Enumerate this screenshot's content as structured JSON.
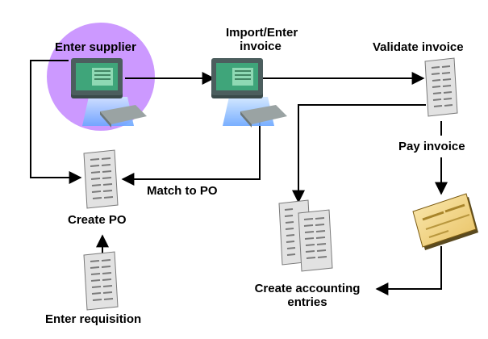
{
  "diagram": {
    "nodes": [
      {
        "id": "enter-supplier",
        "label": "Enter supplier",
        "icon": "computer-icon",
        "highlighted": true
      },
      {
        "id": "import-enter-invoice",
        "label_lines": [
          "Import/Enter",
          "invoice"
        ],
        "icon": "computer-icon"
      },
      {
        "id": "validate-invoice",
        "label": "Validate invoice",
        "icon": "document-icon"
      },
      {
        "id": "pay-invoice",
        "label": "Pay invoice",
        "icon": "check-icon"
      },
      {
        "id": "create-accounting-entries",
        "label_lines": [
          "Create accounting",
          "entries"
        ],
        "icon": "documents-stack-icon"
      },
      {
        "id": "create-po",
        "label": "Create PO",
        "icon": "document-icon"
      },
      {
        "id": "enter-requisition",
        "label": "Enter requisition",
        "icon": "document-icon"
      }
    ],
    "edges": [
      {
        "from": "enter-supplier",
        "to": "import-enter-invoice"
      },
      {
        "from": "import-enter-invoice",
        "to": "validate-invoice"
      },
      {
        "from": "enter-supplier",
        "to": "create-po"
      },
      {
        "from": "import-enter-invoice",
        "to": "create-po",
        "label": "Match to PO"
      },
      {
        "from": "validate-invoice",
        "to": "create-accounting-entries"
      },
      {
        "from": "validate-invoice",
        "to": "pay-invoice"
      },
      {
        "from": "pay-invoice",
        "to": "create-accounting-entries"
      },
      {
        "from": "enter-requisition",
        "to": "create-po"
      }
    ]
  },
  "colors": {
    "highlight": "#cc99ff",
    "monitor_body": "#3a4a4a",
    "screen": "#3fa57a",
    "document_fill": "#e2e2e2",
    "document_line": "#7a7a7a",
    "check_fill": "#f6db8c",
    "check_edge": "#7a5a10",
    "line": "#000000"
  }
}
